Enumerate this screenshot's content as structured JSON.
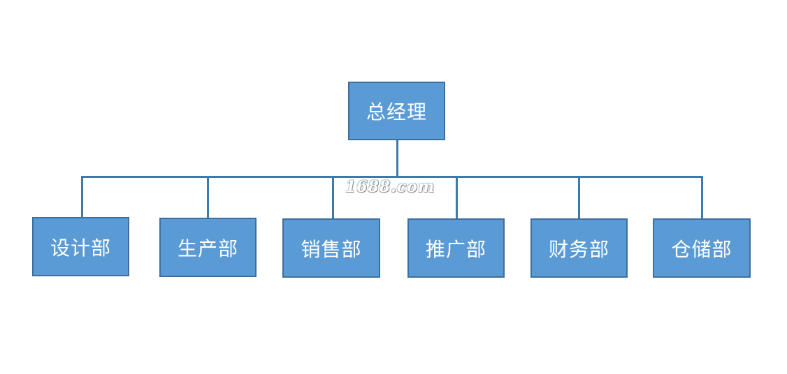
{
  "org_chart": {
    "root": {
      "label": "总经理"
    },
    "departments": [
      {
        "label": "设计部"
      },
      {
        "label": "生产部"
      },
      {
        "label": "销售部"
      },
      {
        "label": "推广部"
      },
      {
        "label": "财务部"
      },
      {
        "label": "仓储部"
      }
    ]
  },
  "watermark": "1688.com",
  "colors": {
    "box_fill": "#5b9bd5",
    "box_border": "#3d6f9e",
    "connector": "#3e79ab",
    "text": "#ffffff"
  }
}
